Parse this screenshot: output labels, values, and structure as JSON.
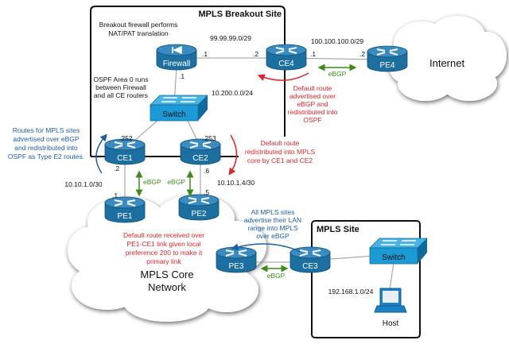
{
  "breakout_site": {
    "title": "MPLS Breakout Site",
    "firewall_note": [
      "Breakout firewall performs",
      "NAT/PAT translation"
    ],
    "ospf_note": [
      "OSPF Area 0 runs",
      "between Firewall",
      "and all CE routers"
    ],
    "subnet_fw_ce4": "99.99.99.0/29",
    "subnet_lan": "10.200.0.0/24",
    "subnet_ce4_pe4": "100.100.100.0/29",
    "ip_fw_out": ".1",
    "ip_ce4_in": ".2",
    "ip_ce4_out": ".1",
    "ip_pe4": ".2",
    "ip_fw_in": ".1",
    "ip_ce1_lan": ".252",
    "ip_ce2_lan": ".253",
    "default_route_note": [
      "Default route",
      "advertised over",
      "eBGP and",
      "redistributed into",
      "OSPF"
    ],
    "redistribute_note": [
      "Default route",
      "redistributed into MPLS",
      "core by CE1 and CE2"
    ],
    "routes_note": [
      "Routes for MPLS sites",
      "advertised over eBGP",
      "and redistributed into",
      "OSPF as Type E2 routes."
    ]
  },
  "devices": {
    "firewall": "Firewall",
    "ce4": "CE4",
    "pe4": "PE4",
    "switch1": "Switch",
    "ce1": "CE1",
    "ce2": "CE2",
    "pe1": "PE1",
    "pe2": "PE2",
    "pe3": "PE3",
    "ce3": "CE3",
    "switch2": "Switch",
    "host": "Host"
  },
  "wan": {
    "subnet_ce1_pe1": "10.10.1.0/30",
    "subnet_ce2_pe2": "10.10.1.4/30",
    "ip_ce1": ".2",
    "ip_pe1": ".1",
    "ip_ce2": ".6",
    "ip_pe2": ".5",
    "ebgp": "eBGP"
  },
  "internet": {
    "label": "Internet"
  },
  "core": {
    "label": [
      "MPLS Core",
      "Network"
    ],
    "local_pref_note": [
      "Default route received over",
      "PE1-CE1 link given local",
      "preference 200 to make it",
      "primary link"
    ]
  },
  "mpls_site": {
    "title": "MPLS Site",
    "subnet": "192.168.1.0/24",
    "advertise_note": [
      "All MPLS sites",
      "advertise their LAN",
      "range into MPLS",
      "over eBGP"
    ]
  },
  "colors": {
    "device": "#1d6fa0",
    "switch": "#1c9ad6",
    "red_note": "#d9262e",
    "blue_note": "#1c5e9c",
    "ebgp": "#3f8a1e"
  }
}
